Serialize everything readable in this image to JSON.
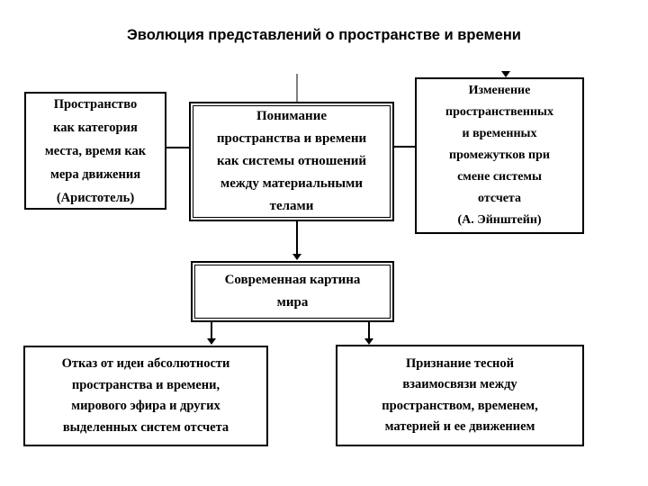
{
  "title": "Эволюция представлений о пространстве и времени",
  "nodes": {
    "aristotle": {
      "lines": [
        "Пространство",
        "как категория",
        "места, время как",
        "мера движения",
        "(Аристотель)"
      ]
    },
    "understanding": {
      "lines": [
        "Понимание",
        "пространства и времени",
        "как системы отношений",
        "между материальными",
        "телами"
      ]
    },
    "einstein": {
      "lines": [
        "Изменение",
        "пространственных",
        "и временных",
        "промежутков при",
        "смене системы",
        "отсчета",
        "(А. Эйнштейн)"
      ]
    },
    "modern": {
      "lines": [
        "Современная картина",
        "мира"
      ]
    },
    "rejection": {
      "lines": [
        "Отказ от идеи абсолютности",
        "пространства и времени,",
        "мирового эфира и других",
        "выделенных систем отсчета"
      ]
    },
    "recognition": {
      "lines": [
        "Признание тесной",
        "взаимосвязи между",
        "пространством, временем,",
        "материей и ее движением"
      ]
    }
  },
  "colors": {
    "background": "#ffffff",
    "box_border": "#000000",
    "text": "#000000",
    "connector": "#000000",
    "top_stub_connector": "#808080"
  }
}
